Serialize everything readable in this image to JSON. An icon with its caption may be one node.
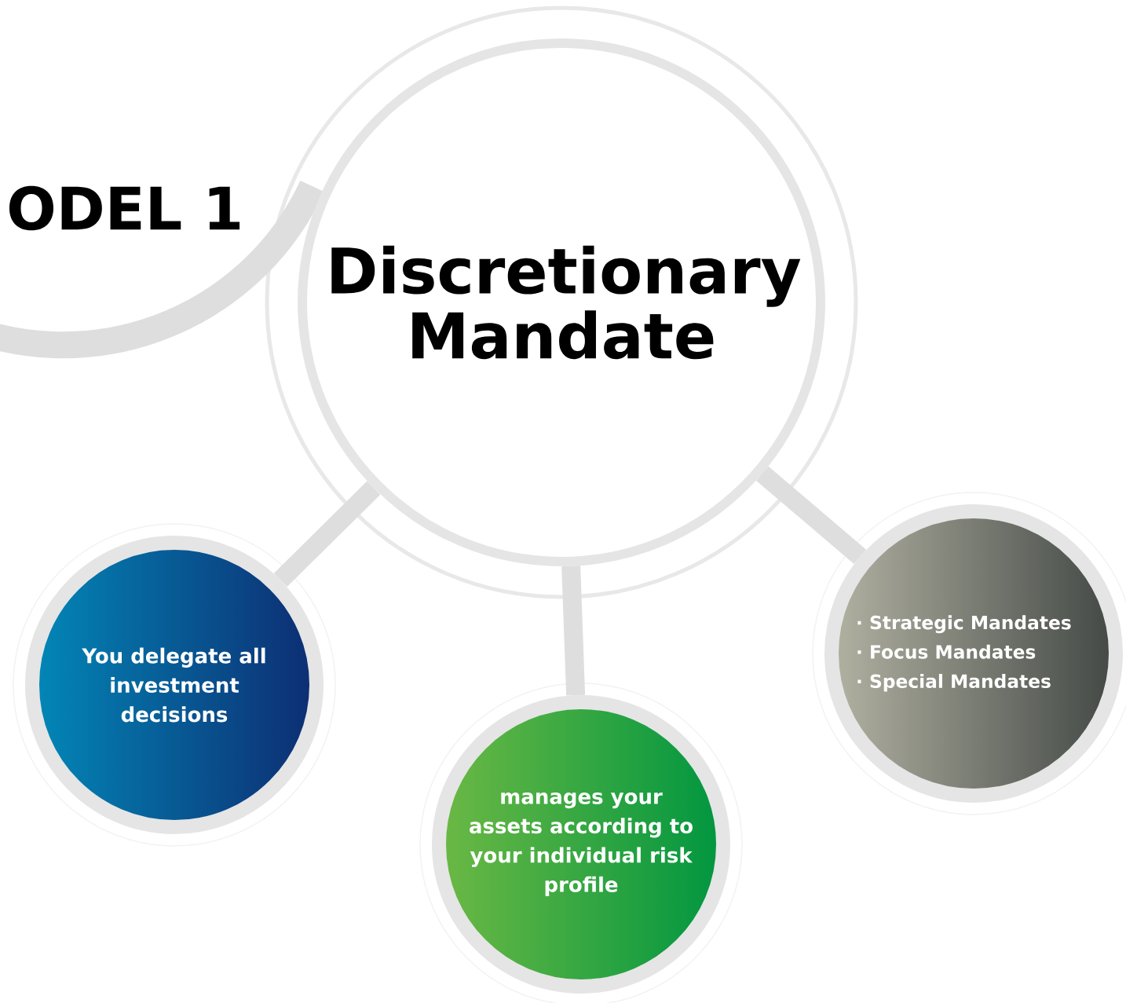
{
  "diagram": {
    "title": "ODEL 1",
    "nodes": [
      {
        "text": [
          "Discretionary Mandate"
        ]
      },
      {
        "text": [
          "You delegate all investment decisions"
        ]
      },
      {
        "text": [
          "manages your assets according to your individual risk profile"
        ]
      },
      {
        "text": [
          "· Strategic Mandates",
          "· Focus Mandates",
          "· Special Mandates"
        ]
      }
    ],
    "edges": [
      {
        "from": 0,
        "to": 1,
        "arrow": "none"
      },
      {
        "from": 0,
        "to": 2,
        "arrow": "none"
      },
      {
        "from": 0,
        "to": 3,
        "arrow": "none"
      }
    ]
  }
}
